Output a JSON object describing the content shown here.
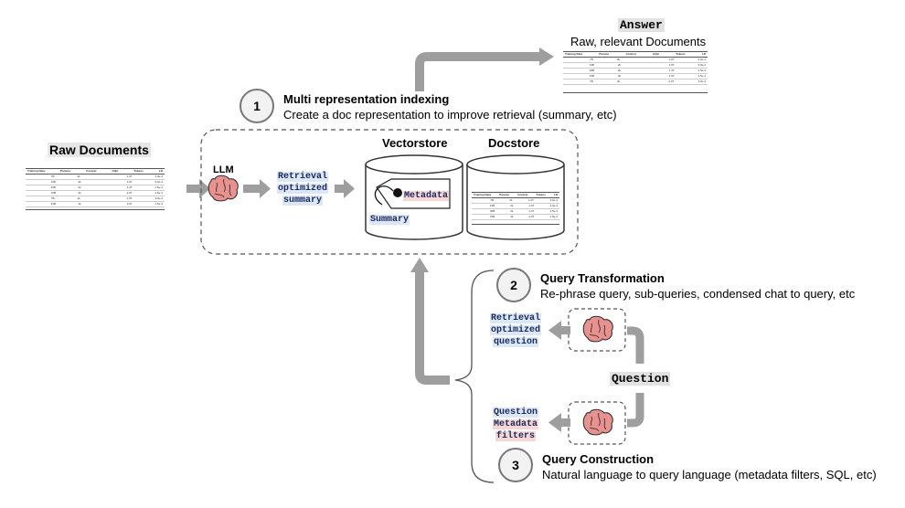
{
  "raw_documents": {
    "title": "Raw Documents"
  },
  "answer": {
    "label": "Answer",
    "subtitle": "Raw, relevant Documents"
  },
  "step1": {
    "number": "1",
    "title": "Multi representation indexing",
    "description": "Create a doc representation to improve retrieval (summary, etc)"
  },
  "step2": {
    "number": "2",
    "title": "Query Transformation",
    "description": "Re-phrase query, sub-queries, condensed chat to query, etc"
  },
  "step3": {
    "number": "3",
    "title": "Query Construction",
    "description": "Natural language to query language (metadata filters, SQL, etc)"
  },
  "indexing": {
    "llm_label": "LLM",
    "retrieval_summary": [
      "Retrieval",
      "optimized",
      "summary"
    ],
    "vectorstore_label": "Vectorstore",
    "docstore_label": "Docstore",
    "metadata_tag": "Metadata",
    "summary_tag": "Summary"
  },
  "query": {
    "question_label": "Question",
    "retrieval_question": [
      "Retrieval",
      "optimized",
      "question"
    ],
    "construction_output": {
      "line1": "Question",
      "line2": "Metadata",
      "line3": "filters"
    }
  },
  "colors": {
    "arrow": "#9e9e9e",
    "highlight_blue": "#dbe6f6",
    "highlight_red": "#f7d6d6",
    "mono_text": "#1a2a5a",
    "brain": "#e8918f"
  }
}
